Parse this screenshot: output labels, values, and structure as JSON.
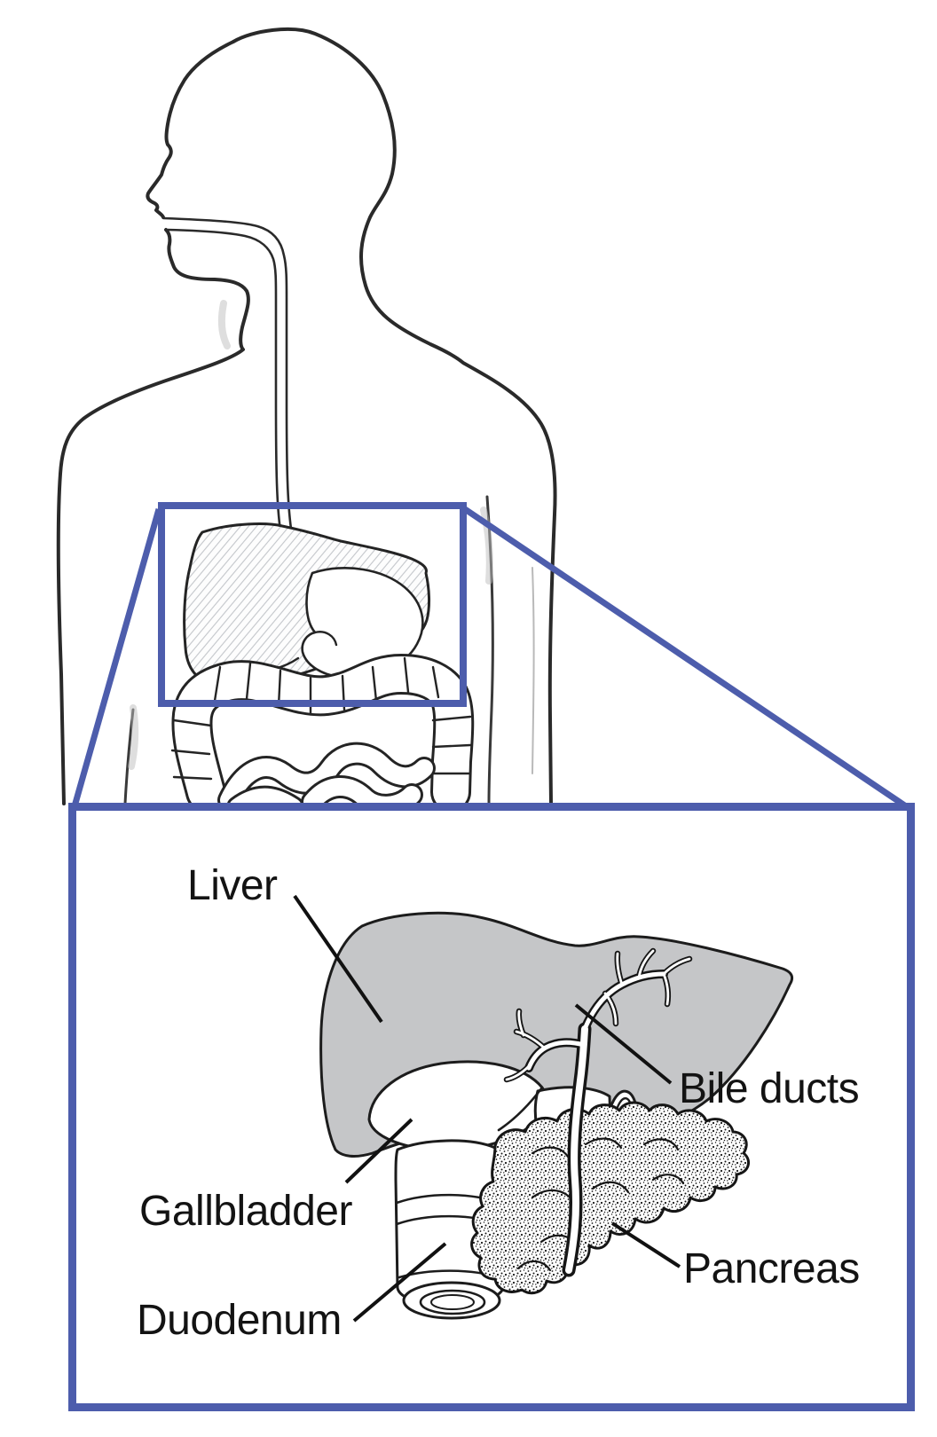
{
  "figure": {
    "type": "medical-anatomy-diagram",
    "subject": "Human digestive system torso outline with magnified inset of the biliary region",
    "colors": {
      "accent_blue": "#4d5dac",
      "liver_gray": "#c5c6c8",
      "line_black": "#1a1a1a",
      "background": "#ffffff"
    },
    "inset_labels": {
      "liver": "Liver",
      "bile_ducts": "Bile ducts",
      "gallbladder": "Gallbladder",
      "pancreas": "Pancreas",
      "duodenum": "Duodenum"
    }
  }
}
